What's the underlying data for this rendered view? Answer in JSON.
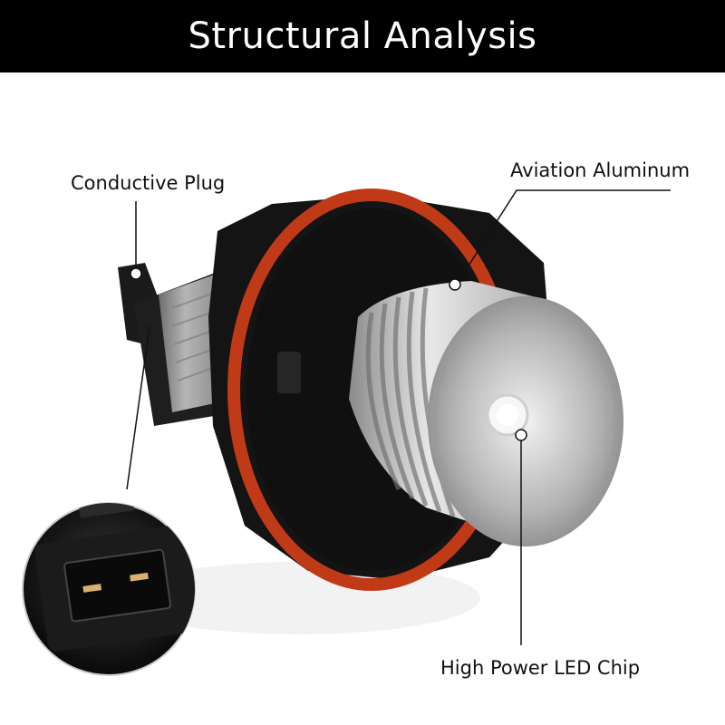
{
  "header": {
    "title": "Structural Analysis"
  },
  "callouts": {
    "conductive_plug": "Conductive Plug",
    "aviation_aluminum": "Aviation Aluminum",
    "led_chip": "High Power LED Chip"
  },
  "colors": {
    "header_bg": "#000000",
    "header_text": "#ffffff",
    "oring": "#c03a18",
    "housing": "#161616",
    "aluminum": "#c4c4c4"
  }
}
